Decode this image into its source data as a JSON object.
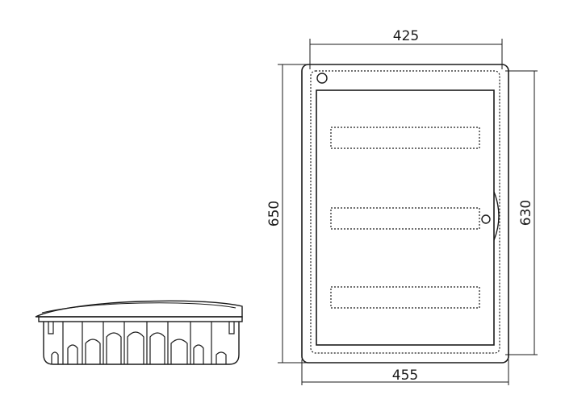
{
  "dimensions": {
    "top_width": "425",
    "bottom_width": "455",
    "left_height": "650",
    "right_height": "630"
  }
}
